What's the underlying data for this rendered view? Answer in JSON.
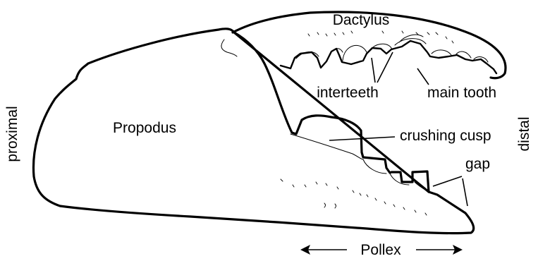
{
  "labels": {
    "dactylus": "Dactylus",
    "propodus": "Propodus",
    "proximal": "proximal",
    "distal": "distal",
    "interteeth": "interteeth",
    "main_tooth": "main tooth",
    "crushing_cusp": "crushing cusp",
    "gap": "gap",
    "pollex": "Pollex"
  }
}
